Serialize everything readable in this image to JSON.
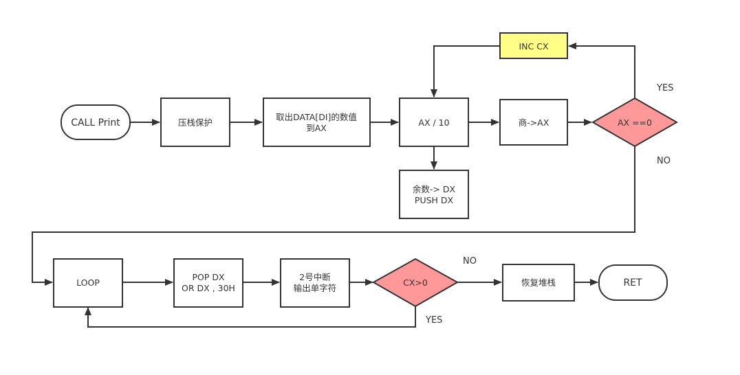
{
  "diagram": {
    "title": "CALL Print flowchart",
    "colors": {
      "stroke": "#333333",
      "default_fill": "#ffffff",
      "highlight_fill": "#ffff88",
      "decision_fill": "#ff9999",
      "text": "#333333"
    },
    "nodes": {
      "start": {
        "type": "terminal",
        "lines": [
          "CALL Print"
        ]
      },
      "push_protect": {
        "type": "process",
        "lines": [
          "压栈保护"
        ]
      },
      "load_data": {
        "type": "process",
        "lines": [
          "取出DATA[DI]的数值",
          "到AX"
        ]
      },
      "div10": {
        "type": "process",
        "lines": [
          "AX / 10"
        ]
      },
      "quotient": {
        "type": "process",
        "lines": [
          "商->AX"
        ]
      },
      "ax_zero": {
        "type": "decision",
        "lines": [
          "AX ==0"
        ]
      },
      "inc_cx": {
        "type": "process-highlight",
        "lines": [
          "INC CX"
        ]
      },
      "remainder": {
        "type": "process",
        "lines": [
          "余数-> DX",
          "PUSH DX"
        ]
      },
      "loop": {
        "type": "process",
        "lines": [
          "LOOP"
        ]
      },
      "pop_dx": {
        "type": "process",
        "lines": [
          "POP DX",
          "OR DX , 30H"
        ]
      },
      "int2": {
        "type": "process",
        "lines": [
          "2号中断",
          "输出单字符"
        ]
      },
      "cx_gt0": {
        "type": "decision",
        "lines": [
          "CX>0"
        ]
      },
      "restore": {
        "type": "process",
        "lines": [
          "恢复堆栈"
        ]
      },
      "ret": {
        "type": "terminal",
        "lines": [
          "RET"
        ]
      }
    },
    "edges": [
      {
        "from": "start",
        "to": "push_protect",
        "label": ""
      },
      {
        "from": "push_protect",
        "to": "load_data",
        "label": ""
      },
      {
        "from": "load_data",
        "to": "div10",
        "label": ""
      },
      {
        "from": "div10",
        "to": "quotient",
        "label": ""
      },
      {
        "from": "quotient",
        "to": "ax_zero",
        "label": ""
      },
      {
        "from": "ax_zero",
        "to": "inc_cx",
        "label": "YES"
      },
      {
        "from": "inc_cx",
        "to": "div10",
        "label": ""
      },
      {
        "from": "div10",
        "to": "remainder",
        "label": ""
      },
      {
        "from": "ax_zero",
        "to": "loop",
        "label": "NO"
      },
      {
        "from": "loop",
        "to": "pop_dx",
        "label": ""
      },
      {
        "from": "pop_dx",
        "to": "int2",
        "label": ""
      },
      {
        "from": "int2",
        "to": "cx_gt0",
        "label": ""
      },
      {
        "from": "cx_gt0",
        "to": "restore",
        "label": "NO"
      },
      {
        "from": "cx_gt0",
        "to": "loop",
        "label": "YES"
      },
      {
        "from": "restore",
        "to": "ret",
        "label": ""
      }
    ]
  }
}
